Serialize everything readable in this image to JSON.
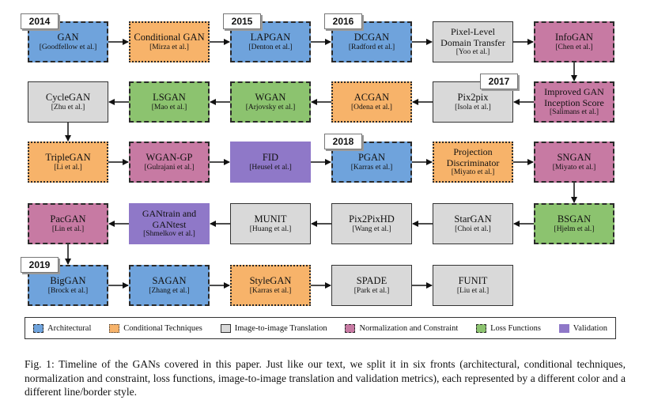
{
  "nodes": [
    {
      "id": "gan",
      "name": "GAN",
      "authors": "[Goodfellow et al.]",
      "cat": "arch"
    },
    {
      "id": "cgan",
      "name": "Conditional GAN",
      "authors": "[Mirza et al.]",
      "cat": "cond"
    },
    {
      "id": "lapgan",
      "name": "LAPGAN",
      "authors": "[Denton et al.]",
      "cat": "arch"
    },
    {
      "id": "dcgan",
      "name": "DCGAN",
      "authors": "[Radford et al.]",
      "cat": "arch"
    },
    {
      "id": "pixeldt",
      "name": "Pixel-Level\nDomain Transfer",
      "authors": "[Yoo et al.]",
      "cat": "img2img"
    },
    {
      "id": "infogan",
      "name": "InfoGAN",
      "authors": "[Chen et al.]",
      "cat": "norm"
    },
    {
      "id": "improvedgan",
      "name": "Improved GAN\nInception Score",
      "authors": "[Salimans et al.]",
      "cat": "norm"
    },
    {
      "id": "pix2pix",
      "name": "Pix2pix",
      "authors": "[Isola et al.]",
      "cat": "img2img"
    },
    {
      "id": "acgan",
      "name": "ACGAN",
      "authors": "[Odena et al.]",
      "cat": "cond"
    },
    {
      "id": "wgan",
      "name": "WGAN",
      "authors": "[Arjovsky et al.]",
      "cat": "loss"
    },
    {
      "id": "lsgan",
      "name": "LSGAN",
      "authors": "[Mao et al.]",
      "cat": "loss"
    },
    {
      "id": "cyclegan",
      "name": "CycleGAN",
      "authors": "[Zhu et al.]",
      "cat": "img2img"
    },
    {
      "id": "triplegan",
      "name": "TripleGAN",
      "authors": "[Li et al.]",
      "cat": "cond"
    },
    {
      "id": "wgangp",
      "name": "WGAN-GP",
      "authors": "[Gulrajani et al.]",
      "cat": "norm"
    },
    {
      "id": "fid",
      "name": "FID",
      "authors": "[Heusel et al.]",
      "cat": "valid"
    },
    {
      "id": "pgan",
      "name": "PGAN",
      "authors": "[Karras et al.]",
      "cat": "arch"
    },
    {
      "id": "projdisc",
      "name": "Projection\nDiscriminator",
      "authors": "[Miyato et al.]",
      "cat": "cond"
    },
    {
      "id": "sngan",
      "name": "SNGAN",
      "authors": "[Miyato et al.]",
      "cat": "norm"
    },
    {
      "id": "bsgan",
      "name": "BSGAN",
      "authors": "[Hjelm et al.]",
      "cat": "loss"
    },
    {
      "id": "stargan",
      "name": "StarGAN",
      "authors": "[Choi et al.]",
      "cat": "img2img"
    },
    {
      "id": "pix2pixhd",
      "name": "Pix2PixHD",
      "authors": "[Wang et al.]",
      "cat": "img2img"
    },
    {
      "id": "munit",
      "name": "MUNIT",
      "authors": "[Huang et al.]",
      "cat": "img2img"
    },
    {
      "id": "gantrain",
      "name": "GANtrain and\nGANtest",
      "authors": "[Shmelkov et al.]",
      "cat": "valid"
    },
    {
      "id": "pacgan",
      "name": "PacGAN",
      "authors": "[Lin et al.]",
      "cat": "norm"
    },
    {
      "id": "biggan",
      "name": "BigGAN",
      "authors": "[Brock et al.]",
      "cat": "arch"
    },
    {
      "id": "sagan",
      "name": "SAGAN",
      "authors": "[Zhang et al.]",
      "cat": "arch"
    },
    {
      "id": "stylegan",
      "name": "StyleGAN",
      "authors": "[Karras et al.]",
      "cat": "cond"
    },
    {
      "id": "spade",
      "name": "SPADE",
      "authors": "[Park et al.]",
      "cat": "img2img"
    },
    {
      "id": "funit",
      "name": "FUNIT",
      "authors": "[Liu et al.]",
      "cat": "img2img"
    }
  ],
  "edges": [
    [
      "gan",
      "cgan"
    ],
    [
      "cgan",
      "lapgan"
    ],
    [
      "lapgan",
      "dcgan"
    ],
    [
      "dcgan",
      "pixeldt"
    ],
    [
      "pixeldt",
      "infogan"
    ],
    [
      "infogan",
      "improvedgan"
    ],
    [
      "improvedgan",
      "pix2pix"
    ],
    [
      "pix2pix",
      "acgan"
    ],
    [
      "acgan",
      "wgan"
    ],
    [
      "wgan",
      "lsgan"
    ],
    [
      "lsgan",
      "cyclegan"
    ],
    [
      "cyclegan",
      "triplegan"
    ],
    [
      "triplegan",
      "wgangp"
    ],
    [
      "wgangp",
      "fid"
    ],
    [
      "fid",
      "pgan"
    ],
    [
      "pgan",
      "projdisc"
    ],
    [
      "projdisc",
      "sngan"
    ],
    [
      "sngan",
      "bsgan"
    ],
    [
      "bsgan",
      "stargan"
    ],
    [
      "stargan",
      "pix2pixhd"
    ],
    [
      "pix2pixhd",
      "munit"
    ],
    [
      "munit",
      "gantrain"
    ],
    [
      "gantrain",
      "pacgan"
    ],
    [
      "pacgan",
      "biggan"
    ],
    [
      "biggan",
      "sagan"
    ],
    [
      "sagan",
      "stylegan"
    ],
    [
      "stylegan",
      "spade"
    ],
    [
      "spade",
      "funit"
    ]
  ],
  "years": [
    {
      "label": "2014",
      "node": "gan"
    },
    {
      "label": "2015",
      "node": "lapgan"
    },
    {
      "label": "2016",
      "node": "dcgan"
    },
    {
      "label": "2017",
      "node": "pix2pix"
    },
    {
      "label": "2018",
      "node": "pgan"
    },
    {
      "label": "2019",
      "node": "biggan"
    }
  ],
  "legend": [
    {
      "cat": "arch",
      "label": "Architectural"
    },
    {
      "cat": "cond",
      "label": "Conditional Techniques"
    },
    {
      "cat": "img2img",
      "label": "Image-to-image Translation"
    },
    {
      "cat": "norm",
      "label": "Normalization and Constraint"
    },
    {
      "cat": "loss",
      "label": "Loss Functions"
    },
    {
      "cat": "valid",
      "label": "Validation"
    }
  ],
  "colors": {
    "arch": "#6fa3dc",
    "cond": "#f7b36a",
    "img2img": "#d9d9d9",
    "norm": "#c77aa3",
    "loss": "#8cc36f",
    "valid": "#8f78c8"
  },
  "caption": "Fig. 1: Timeline of the GANs covered in this paper. Just like our text, we split it in six fronts (architectural, conditional techniques, normalization and constraint, loss functions, image-to-image translation and validation metrics), each represented by a different color and a different line/border style."
}
